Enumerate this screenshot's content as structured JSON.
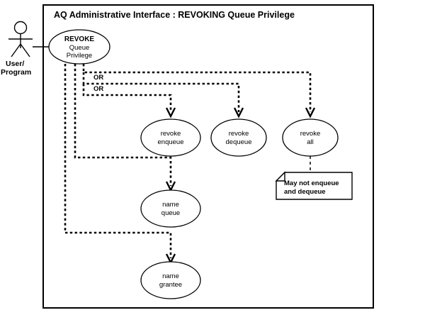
{
  "frame": {
    "title": "AQ Administrative Interface : REVOKING Queue Privilege"
  },
  "actor": {
    "name": "User/Program",
    "label_line1": "User/",
    "label_line2": "Program"
  },
  "main_usecase": {
    "line1": "REVOKE",
    "line2": "Queue",
    "line3": "Privilege"
  },
  "branch_labels": {
    "or_1": "OR",
    "or_2": "OR"
  },
  "usecases": [
    {
      "id": "revoke-enqueue",
      "line1": "revoke",
      "line2": "enqueue"
    },
    {
      "id": "revoke-dequeue",
      "line1": "revoke",
      "line2": "dequeue"
    },
    {
      "id": "revoke-all",
      "line1": "revoke",
      "line2": "all"
    },
    {
      "id": "name-queue",
      "line1": "name",
      "line2": "queue"
    },
    {
      "id": "name-grantee",
      "line1": "name",
      "line2": "grantee"
    }
  ],
  "note": {
    "line1": "May not enqueue",
    "line2": "and dequeue"
  },
  "colors": {
    "stroke": "#000000",
    "background": "#ffffff"
  }
}
